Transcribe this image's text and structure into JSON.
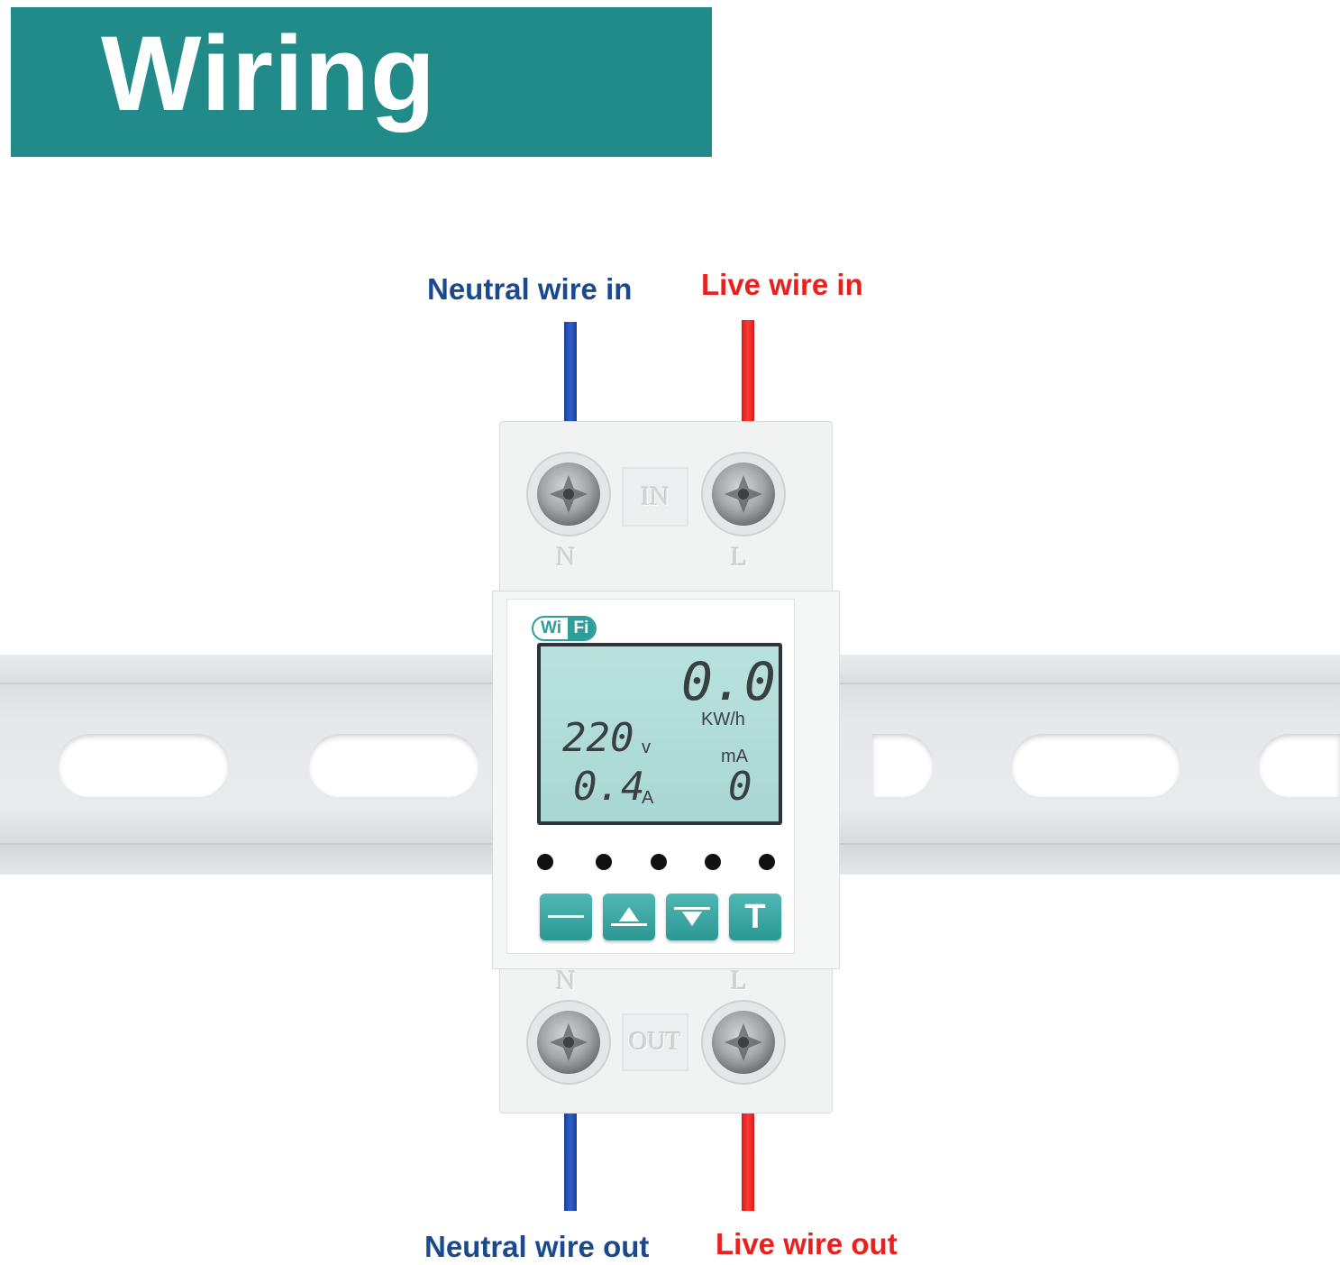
{
  "title": "Wiring",
  "labels": {
    "neutral_in": "Neutral wire in",
    "live_in": "Live wire in",
    "neutral_out": "Neutral wire out",
    "live_out": "Live wire out"
  },
  "device": {
    "top_plate": "IN",
    "bottom_plate": "OUT",
    "top_terminals": [
      "N",
      "L"
    ],
    "bottom_terminals": [
      "N",
      "L"
    ],
    "badge": {
      "left": "Wi",
      "right": "Fi"
    },
    "lcd": {
      "energy": "0.0",
      "energy_unit": "KW/h",
      "voltage": "220",
      "voltage_unit": "v",
      "current": "0.4",
      "current_unit": "A",
      "leakage_unit": "mA",
      "leakage": "0"
    },
    "buttons": {
      "set_icon": "minus-icon",
      "up_icon": "triangle-up-icon",
      "down_icon": "triangle-down-icon",
      "test_label": "T"
    }
  },
  "colors": {
    "banner": "#208b88",
    "neutral": "#1a4a8e",
    "live": "#e8211f",
    "button": "#3aa7a3"
  }
}
